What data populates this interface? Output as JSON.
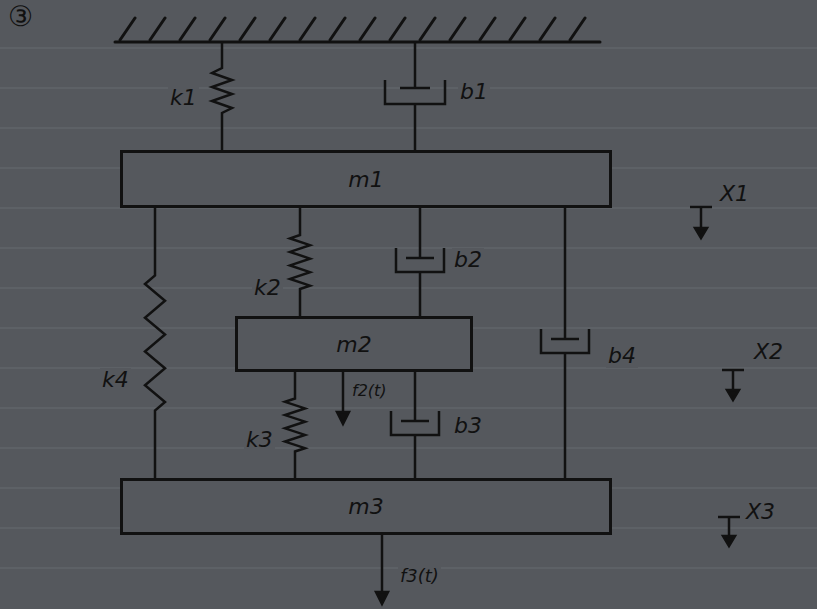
{
  "diagram": {
    "nodes": [
      {
        "text": [
          "m1"
        ]
      },
      {
        "text": [
          "m2"
        ]
      },
      {
        "text": [
          "m3"
        ]
      }
    ],
    "edges": [
      {
        "from": 0,
        "to": 1,
        "arrow": "none",
        "label": "k2"
      },
      {
        "from": 0,
        "to": 1,
        "arrow": "none",
        "label": "b2"
      },
      {
        "from": 1,
        "to": 2,
        "arrow": "none",
        "label": "k3"
      },
      {
        "from": 1,
        "to": 2,
        "arrow": "none",
        "label": "b3"
      },
      {
        "from": 0,
        "to": 2,
        "arrow": "none",
        "label": "k4"
      },
      {
        "from": 0,
        "to": 2,
        "arrow": "none",
        "label": "b4"
      }
    ],
    "labels": [
      "③",
      "k1",
      "b1",
      "X1",
      "X2",
      "f2(t)",
      "X3",
      "f3(t)"
    ]
  }
}
